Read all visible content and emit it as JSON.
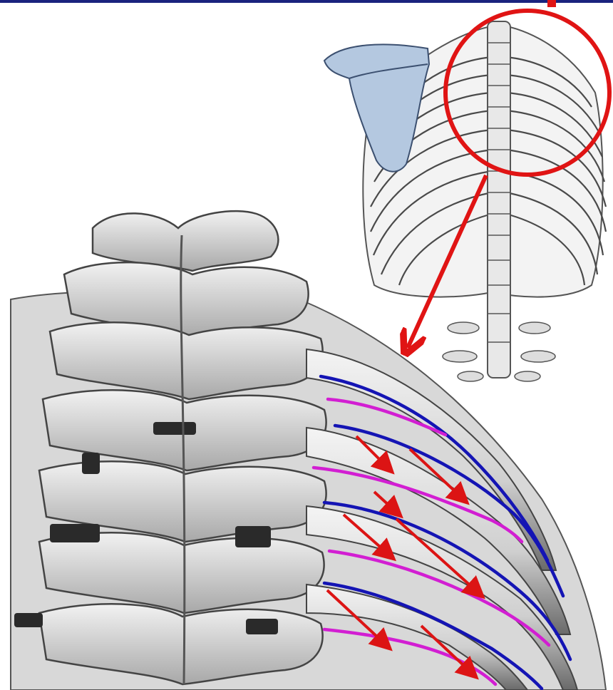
{
  "colors": {
    "background": "#ffffff",
    "top_bar": "#1a237e",
    "highlight_circle": "#e01414",
    "pointer_arrow": "#e01414",
    "rib_upper_border": "#1414b4",
    "rib_lower_border": "#d21ed2",
    "motion_arrow": "#dc1414",
    "bone_fill": "#e6e6e6",
    "bone_shadow": "#5a5a5a",
    "scapula_fill": "#b4c8e0"
  },
  "figure": {
    "inset_subject": "posterior-rib-cage-with-scapula",
    "main_subject": "upper-thoracic-vertebrae-and-ribs-closeup",
    "highlight": "circle-around-upper-thoracic-region",
    "pointer": "arrow-from-inset-to-closeup",
    "annotation_line_pairs": 4,
    "motion_arrow_count": 7
  }
}
